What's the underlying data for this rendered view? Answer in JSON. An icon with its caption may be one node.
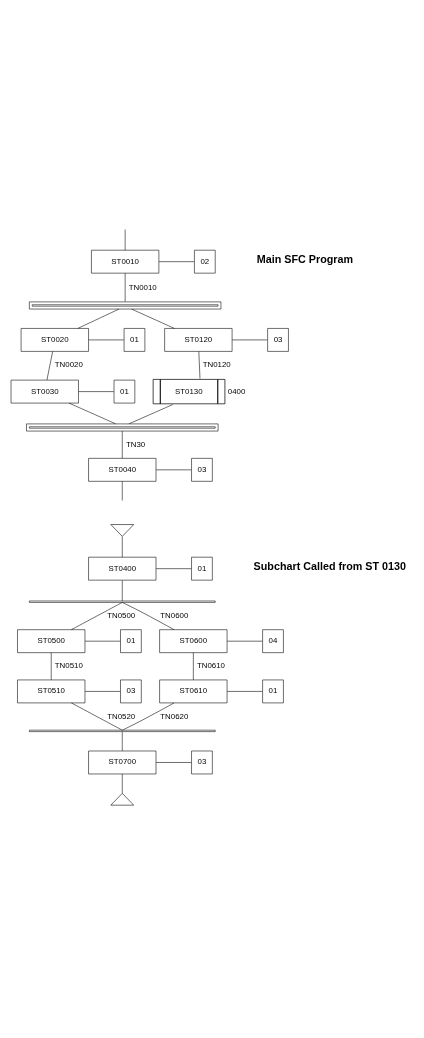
{
  "diagram": {
    "nodes": [
      {
        "text": [
          "ST0010"
        ]
      },
      {
        "text": [
          "02"
        ]
      },
      {
        "text": [],
        "shape": "bar"
      },
      {
        "text": [
          "ST0020"
        ]
      },
      {
        "text": [
          "01"
        ]
      },
      {
        "text": [
          "ST0120"
        ]
      },
      {
        "text": [
          "03"
        ]
      },
      {
        "text": [
          "ST0030"
        ]
      },
      {
        "text": [
          "01"
        ]
      },
      {
        "text": [
          "ST0130"
        ],
        "beside": [
          "0400"
        ]
      },
      {
        "text": [],
        "shape": "bar"
      },
      {
        "text": [
          "ST0040"
        ]
      },
      {
        "text": [
          "03"
        ]
      },
      {
        "text": [],
        "shape": "triangle"
      },
      {
        "text": [
          "ST0400"
        ]
      },
      {
        "text": [
          "01"
        ]
      },
      {
        "text": [],
        "shape": "bar"
      },
      {
        "text": [
          "ST0500"
        ]
      },
      {
        "text": [
          "01"
        ]
      },
      {
        "text": [
          "ST0600"
        ]
      },
      {
        "text": [
          "04"
        ]
      },
      {
        "text": [
          "ST0510"
        ]
      },
      {
        "text": [
          "03"
        ]
      },
      {
        "text": [
          "ST0610"
        ]
      },
      {
        "text": [
          "01"
        ]
      },
      {
        "text": [],
        "shape": "bar"
      },
      {
        "text": [
          "ST0700"
        ]
      },
      {
        "text": [
          "03"
        ]
      },
      {
        "text": [],
        "shape": "triangle"
      }
    ],
    "edges": [
      {
        "from": null,
        "to": 0,
        "arrow": "none"
      },
      {
        "from": 0,
        "to": 1,
        "arrow": "none"
      },
      {
        "from": 0,
        "to": 2,
        "arrow": "none",
        "label": "TN0010"
      },
      {
        "from": 2,
        "to": 3,
        "arrow": "none"
      },
      {
        "from": 2,
        "to": 5,
        "arrow": "none"
      },
      {
        "from": 3,
        "to": 4,
        "arrow": "none"
      },
      {
        "from": 5,
        "to": 6,
        "arrow": "none"
      },
      {
        "from": 3,
        "to": 7,
        "arrow": "none",
        "label": "TN0020"
      },
      {
        "from": 5,
        "to": 9,
        "arrow": "none",
        "label": "TN0120"
      },
      {
        "from": 7,
        "to": 8,
        "arrow": "none"
      },
      {
        "from": 7,
        "to": 10,
        "arrow": "none"
      },
      {
        "from": 9,
        "to": 10,
        "arrow": "none"
      },
      {
        "from": 10,
        "to": 11,
        "arrow": "none",
        "label": "TN30"
      },
      {
        "from": 11,
        "to": 12,
        "arrow": "none"
      },
      {
        "from": 11,
        "to": null,
        "arrow": "none"
      },
      {
        "from": 13,
        "to": 14,
        "arrow": "none"
      },
      {
        "from": 14,
        "to": 15,
        "arrow": "none"
      },
      {
        "from": 14,
        "to": 16,
        "arrow": "none"
      },
      {
        "from": 16,
        "to": 17,
        "arrow": "none",
        "label": "TN0500"
      },
      {
        "from": 16,
        "to": 19,
        "arrow": "none",
        "label": "TN0600"
      },
      {
        "from": 17,
        "to": 18,
        "arrow": "none"
      },
      {
        "from": 19,
        "to": 20,
        "arrow": "none"
      },
      {
        "from": 17,
        "to": 21,
        "arrow": "none",
        "label": "TN0510"
      },
      {
        "from": 19,
        "to": 23,
        "arrow": "none",
        "label": "TN0610"
      },
      {
        "from": 21,
        "to": 22,
        "arrow": "none"
      },
      {
        "from": 23,
        "to": 24,
        "arrow": "none"
      },
      {
        "from": 21,
        "to": 25,
        "arrow": "none",
        "label": "TN0520"
      },
      {
        "from": 23,
        "to": 25,
        "arrow": "none",
        "label": "TN0620"
      },
      {
        "from": 25,
        "to": 26,
        "arrow": "none"
      },
      {
        "from": 26,
        "to": 27,
        "arrow": "none"
      },
      {
        "from": 26,
        "to": 28,
        "arrow": "none"
      }
    ],
    "labels": [
      "Main SFC Program",
      "Subchart Called from ST 0130"
    ]
  }
}
